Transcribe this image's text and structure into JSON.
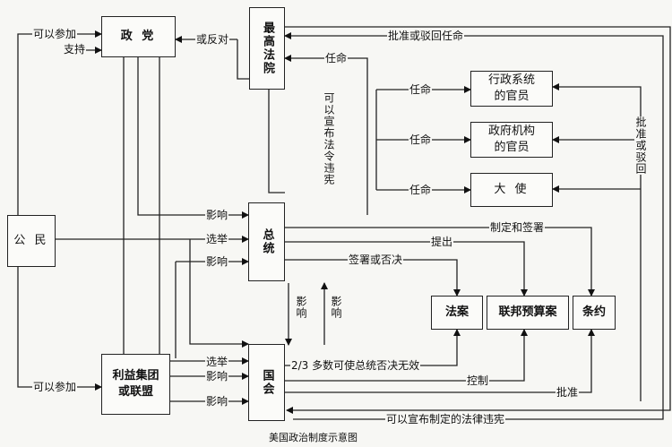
{
  "boxes": {
    "party": "政 党",
    "court": "最高法院",
    "citizens": "公 民",
    "president": "总统",
    "congress": "国会",
    "interest": "利益集团\n或联盟",
    "exec_officials": "行政系统\n的官员",
    "agency_officials": "政府机构\n的官员",
    "ambassador": "大 使",
    "bill": "法案",
    "budget": "联邦预算案",
    "treaty": "条约"
  },
  "labels": {
    "can_join_top": "可以参加",
    "support": "支持",
    "or_oppose": "或反对",
    "approve_reject_appoint": "批准或驳回任命",
    "appoint_court": "任命",
    "appoint_exec": "任命",
    "appoint_agency": "任命",
    "appoint_amb": "任命",
    "declare_order_unconst": "可以宣布法令违宪",
    "approve_or_reject": "批准或驳回",
    "influence_pres_top": "影响",
    "elect_pres": "选举",
    "influence_pres_mid": "影响",
    "make_sign": "制定和签署",
    "propose": "提出",
    "sign_veto": "签署或否决",
    "influence_v1": "影响",
    "influence_v2": "影响",
    "elect_cong": "选举",
    "influence_cong_mid": "影响",
    "influence_cong_bot": "影响",
    "override": "2/3 多数可使总统否决无效",
    "control": "控制",
    "ratify": "批准",
    "can_join_bottom": "可以参加",
    "declare_law_unconst": "可以宣布制定的法律违宪"
  },
  "caption": "美国政治制度示意图"
}
